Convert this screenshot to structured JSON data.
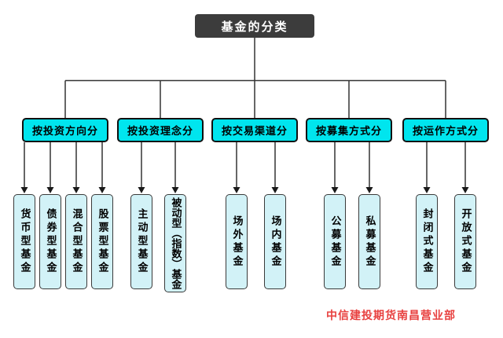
{
  "root": {
    "label": "基金的分类"
  },
  "groups": [
    {
      "label": "按投资方向分",
      "children": [
        {
          "label": "货币型基金"
        },
        {
          "label": "债券型基金"
        },
        {
          "label": "混合型基金"
        },
        {
          "label": "股票型基金"
        }
      ]
    },
    {
      "label": "按投资理念分",
      "children": [
        {
          "label": "主动型基金"
        },
        {
          "label": "被动型（指数）基金"
        }
      ]
    },
    {
      "label": "按交易渠道分",
      "children": [
        {
          "label": "场外基金"
        },
        {
          "label": "场内基金"
        }
      ]
    },
    {
      "label": "按募集方式分",
      "children": [
        {
          "label": "公募基金"
        },
        {
          "label": "私募基金"
        }
      ]
    },
    {
      "label": "按运作方式分",
      "children": [
        {
          "label": "封闭式基金"
        },
        {
          "label": "开放式基金"
        }
      ]
    }
  ],
  "footer": {
    "watermark": "中信建投期货南昌营业部"
  },
  "colors": {
    "root_fill": "#3c3c3c",
    "root_text": "#ffffff",
    "category_fill": "#00e5ee",
    "leaf_fill": "#d2f2f7",
    "line_color": "#333333",
    "watermark_color": "#e8403f"
  }
}
